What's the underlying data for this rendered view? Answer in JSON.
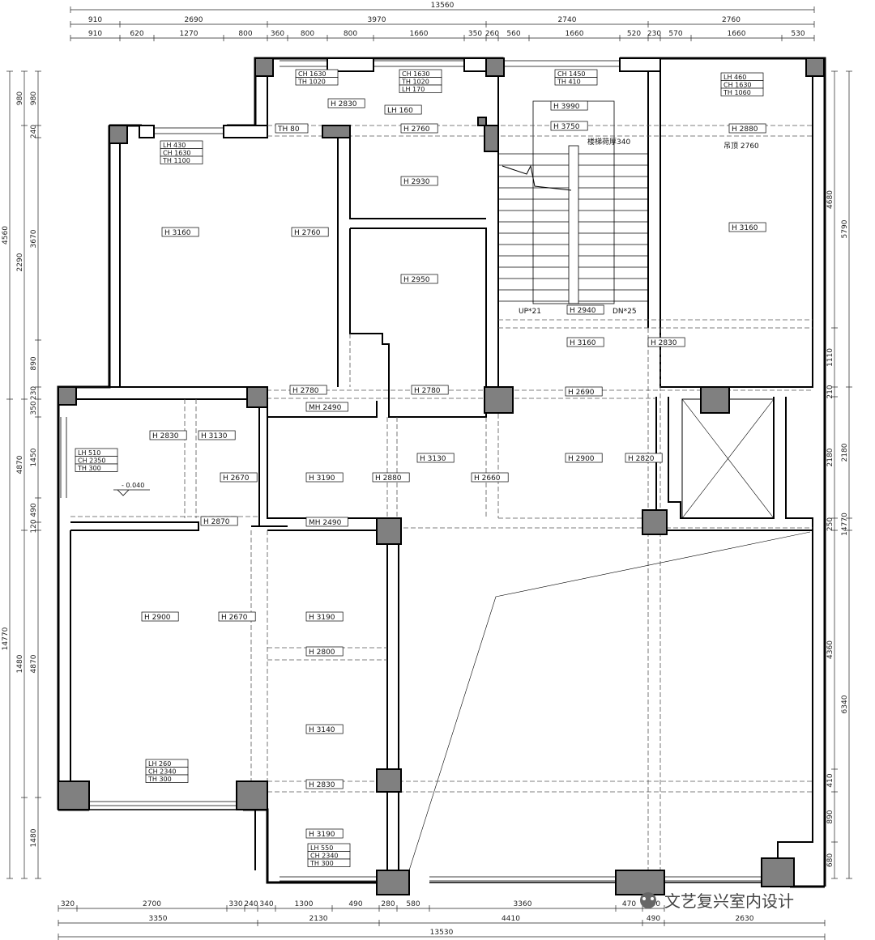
{
  "dims": {
    "top_total": "13560",
    "top_row1": [
      "910",
      "2690",
      "3970",
      "2740",
      "2760"
    ],
    "top_row2": [
      "910",
      "620",
      "1270",
      "800",
      "360",
      "800",
      "800",
      "1660",
      "350",
      "260",
      "560",
      "1660",
      "520",
      "230",
      "570",
      "1660",
      "530"
    ],
    "bottom_row1": [
      "320",
      "2700",
      "330",
      "240",
      "340",
      "1300",
      "490",
      "280",
      "580",
      "3360",
      "470",
      "400"
    ],
    "bottom_row2": [
      "3350",
      "2130",
      "4410",
      "490",
      "2630"
    ],
    "bottom_total": "13530",
    "left_outer": [
      "4560",
      "14770"
    ],
    "left_inner": [
      "980",
      "240",
      "3670",
      "890",
      "230",
      "350",
      "1450",
      "490",
      "120",
      "4870",
      "1480"
    ],
    "left_mid": [
      "980",
      "2290",
      "4870",
      "1480"
    ],
    "right_inner": [
      "4680",
      "1110",
      "210",
      "2180",
      "250",
      "4360",
      "410",
      "890",
      "680"
    ],
    "right_outer": [
      "5790",
      "2180",
      "14770",
      "6340"
    ]
  },
  "tags": {
    "t01": "H 2830",
    "t02": "LH 160",
    "t03": "TH 80",
    "t04": "H 2760",
    "t05": "H 2930",
    "t06": "H 3160",
    "t07": "H 2760",
    "t08": "H 2950",
    "t09": "H 3990",
    "t10": "H 3750",
    "t11": "H 2940",
    "t12": "H 3160",
    "t13": "H 2830",
    "t14": "H 2880",
    "t15": "H 3160",
    "t16": "H 2780",
    "t17": "H 2780",
    "t18": "H 2690",
    "t19": "MH 2490",
    "t20": "H 2830",
    "t21": "H 3130",
    "t22": "H 3130",
    "t23": "H 3190",
    "t24": "H 2880",
    "t25": "H 2660",
    "t26": "H 2900",
    "t27": "H 2820",
    "t28": "H 2670",
    "t29": "H 2870",
    "t30": "MH 2490",
    "t31": "H 2900",
    "t32": "H 2670",
    "t33": "H 3190",
    "t34": "H 2800",
    "t35": "H 3140",
    "t36": "H 2830",
    "t37": "H 3190",
    "t38": "楼梯荷厚340",
    "t39": "吊顶 2760",
    "t40": "UP*21",
    "t41": "DN*25",
    "t42": "- 0.040"
  },
  "stacks": {
    "s1": [
      "CH 1630",
      "TH 1020"
    ],
    "s2": [
      "CH 1630",
      "TH 1020",
      "LH 170"
    ],
    "s3": [
      "CH 1450",
      "TH 410"
    ],
    "s4": [
      "LH 460",
      "CH 1630",
      "TH 1060"
    ],
    "s5": [
      "LH 430",
      "CH 1630",
      "TH 1100"
    ],
    "s6": [
      "LH 510",
      "CH 2350",
      "TH 300"
    ],
    "s7": [
      "LH 260",
      "CH 2340",
      "TH 300"
    ],
    "s8": [
      "LH 550",
      "CH 2340",
      "TH 300"
    ]
  },
  "watermark": "文艺复兴室内设计",
  "colors": {
    "wall": "#000000",
    "column": "#808080",
    "dash": "#555555"
  }
}
